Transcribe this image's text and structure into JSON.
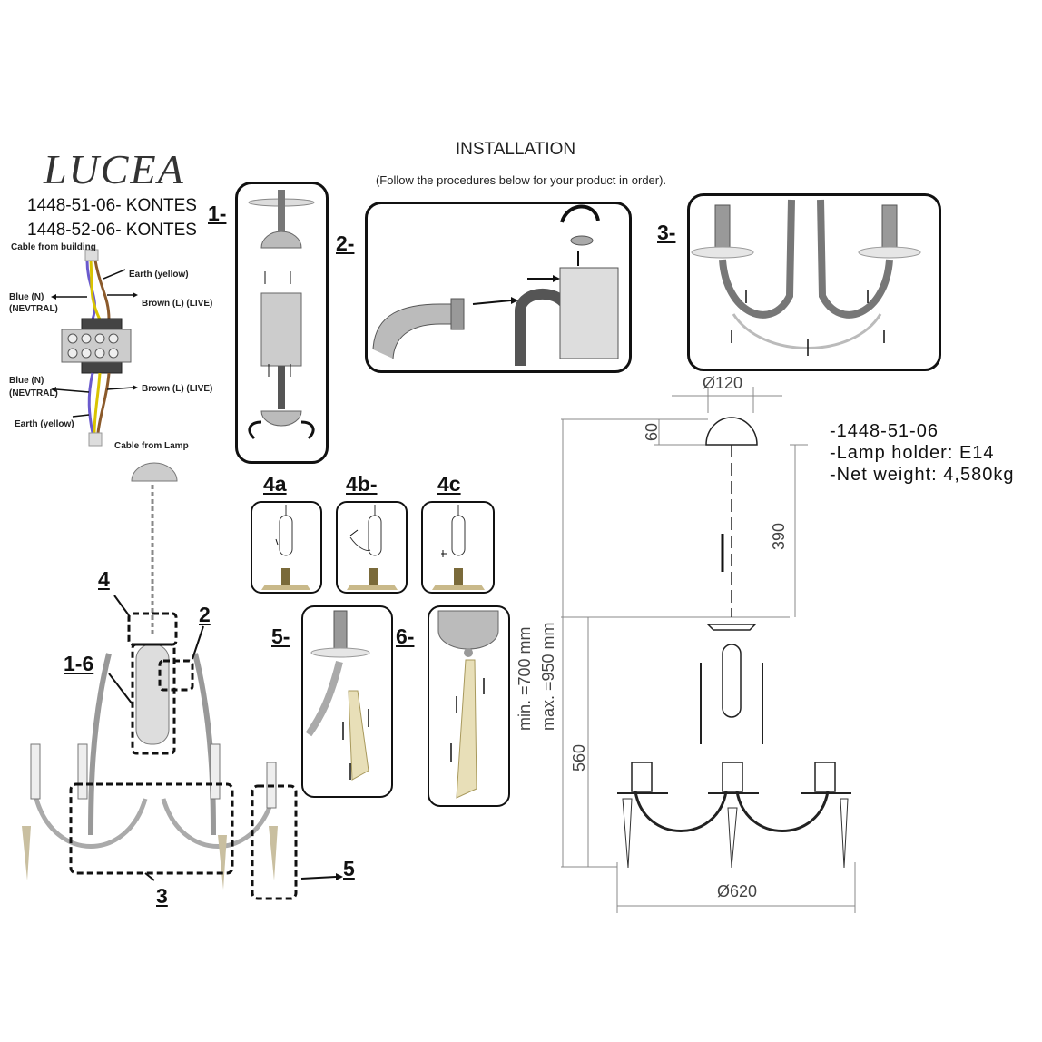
{
  "brand": "LUCEA",
  "models": [
    "1448-51-06- KONTES",
    "1448-52-06- KONTES"
  ],
  "title": "INSTALLATION",
  "subtitle": "(Follow the procedures below for your product in order).",
  "wiring": {
    "top_label": "Cable from building",
    "bottom_label": "Cable from Lamp",
    "earth_top": "Earth (yellow)",
    "blue_top": "Blue (N)",
    "neutral_top": "(NEVTRAL)",
    "brown_top": "Brown (L) (LIVE)",
    "blue_bottom": "Blue (N)",
    "neutral_bottom": "(NEVTRAL)",
    "brown_bottom": "Brown (L) (LIVE)",
    "earth_bottom": "Earth (yellow)"
  },
  "steps": {
    "s1": "1-",
    "s2": "2-",
    "s3": "3-",
    "s4a": "4a",
    "s4b": "4b-",
    "s4c": "4c",
    "s5": "5-",
    "s6": "6-"
  },
  "callouts": {
    "c4": "4",
    "c2": "2",
    "c16": "1-6",
    "c3": "3",
    "c5": "5"
  },
  "specs": [
    "-1448-51-06",
    "-Lamp holder: E14",
    "-Net weight: 4,580kg"
  ],
  "dimensions": {
    "canopy_diameter": "Ø120",
    "canopy_height": "60",
    "chain": "390",
    "body": "560",
    "width": "Ø620",
    "min": "min. =700 mm",
    "max": "max. =950 mm"
  }
}
